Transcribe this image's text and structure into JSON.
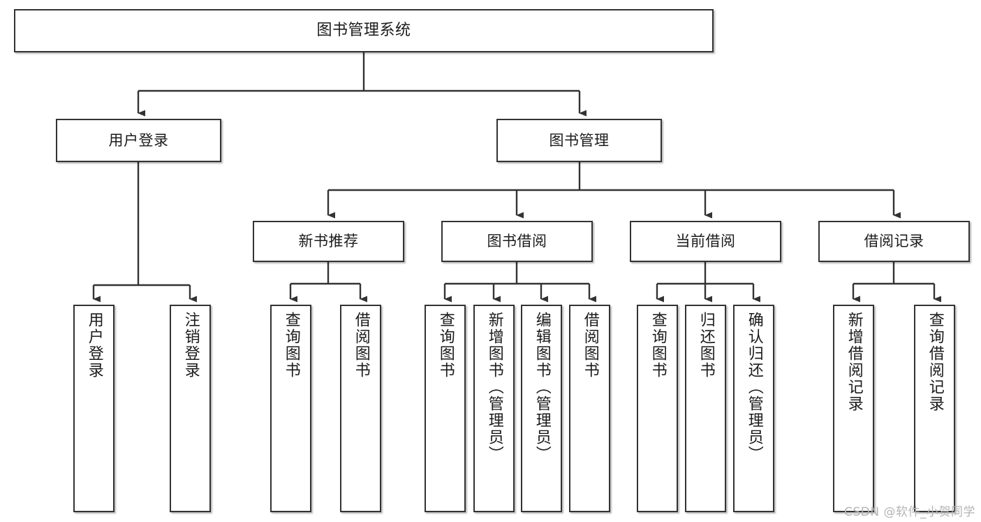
{
  "diagram": {
    "type": "hierarchy-tree",
    "title": "图书管理系统",
    "watermark": "CSDN @软件_小贺同学",
    "colors": {
      "box_border": "#333333",
      "box_fill": "#ffffff",
      "connector": "#333333",
      "text": "#1b1b1b",
      "watermark": "#b4b4b4",
      "background": "#ffffff"
    },
    "nodes": {
      "root": {
        "label": "图书管理系统"
      },
      "level2": [
        {
          "label": "用户登录"
        },
        {
          "label": "图书管理"
        }
      ],
      "level3": [
        {
          "label": "新书推荐"
        },
        {
          "label": "图书借阅"
        },
        {
          "label": "当前借阅"
        },
        {
          "label": "借阅记录"
        }
      ],
      "leaves": {
        "user_login": [
          {
            "label": "用户登录"
          },
          {
            "label": "注销登录"
          }
        ],
        "new_book_recommend": [
          {
            "label": "查询图书"
          },
          {
            "label": "借阅图书"
          }
        ],
        "book_borrow": [
          {
            "label": "查询图书"
          },
          {
            "label": "新增图书（管理员）"
          },
          {
            "label": "编辑图书（管理员）"
          },
          {
            "label": "借阅图书"
          }
        ],
        "current_borrow": [
          {
            "label": "查询图书"
          },
          {
            "label": "归还图书"
          },
          {
            "label": "确认归还（管理员）"
          }
        ],
        "borrow_record": [
          {
            "label": "新增借阅记录"
          },
          {
            "label": "查询借阅记录"
          }
        ]
      }
    }
  }
}
